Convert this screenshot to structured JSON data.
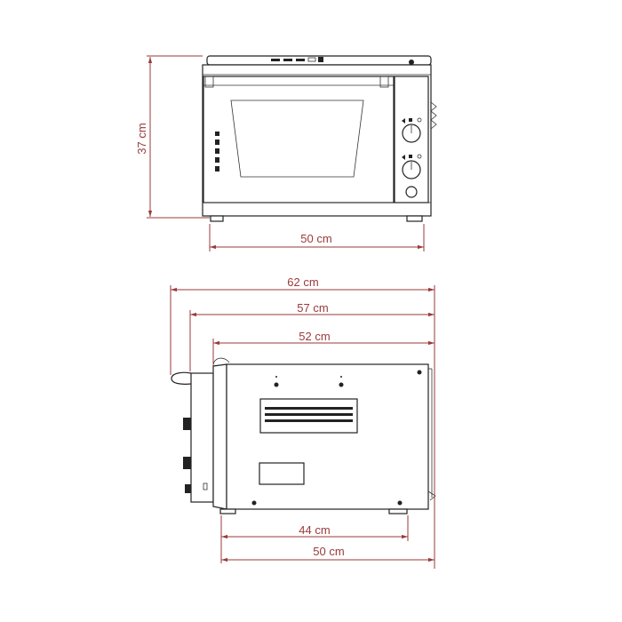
{
  "front_view": {
    "height_label": "37 cm",
    "width_label": "50 cm"
  },
  "side_view": {
    "overall_depth_label": "62 cm",
    "depth_without_handle_label": "57 cm",
    "body_depth_label": "52 cm",
    "feet_spacing_label": "44 cm",
    "base_depth_label": "50 cm"
  },
  "colors": {
    "dimension": "#9a3a3a",
    "outline": "#222222"
  }
}
